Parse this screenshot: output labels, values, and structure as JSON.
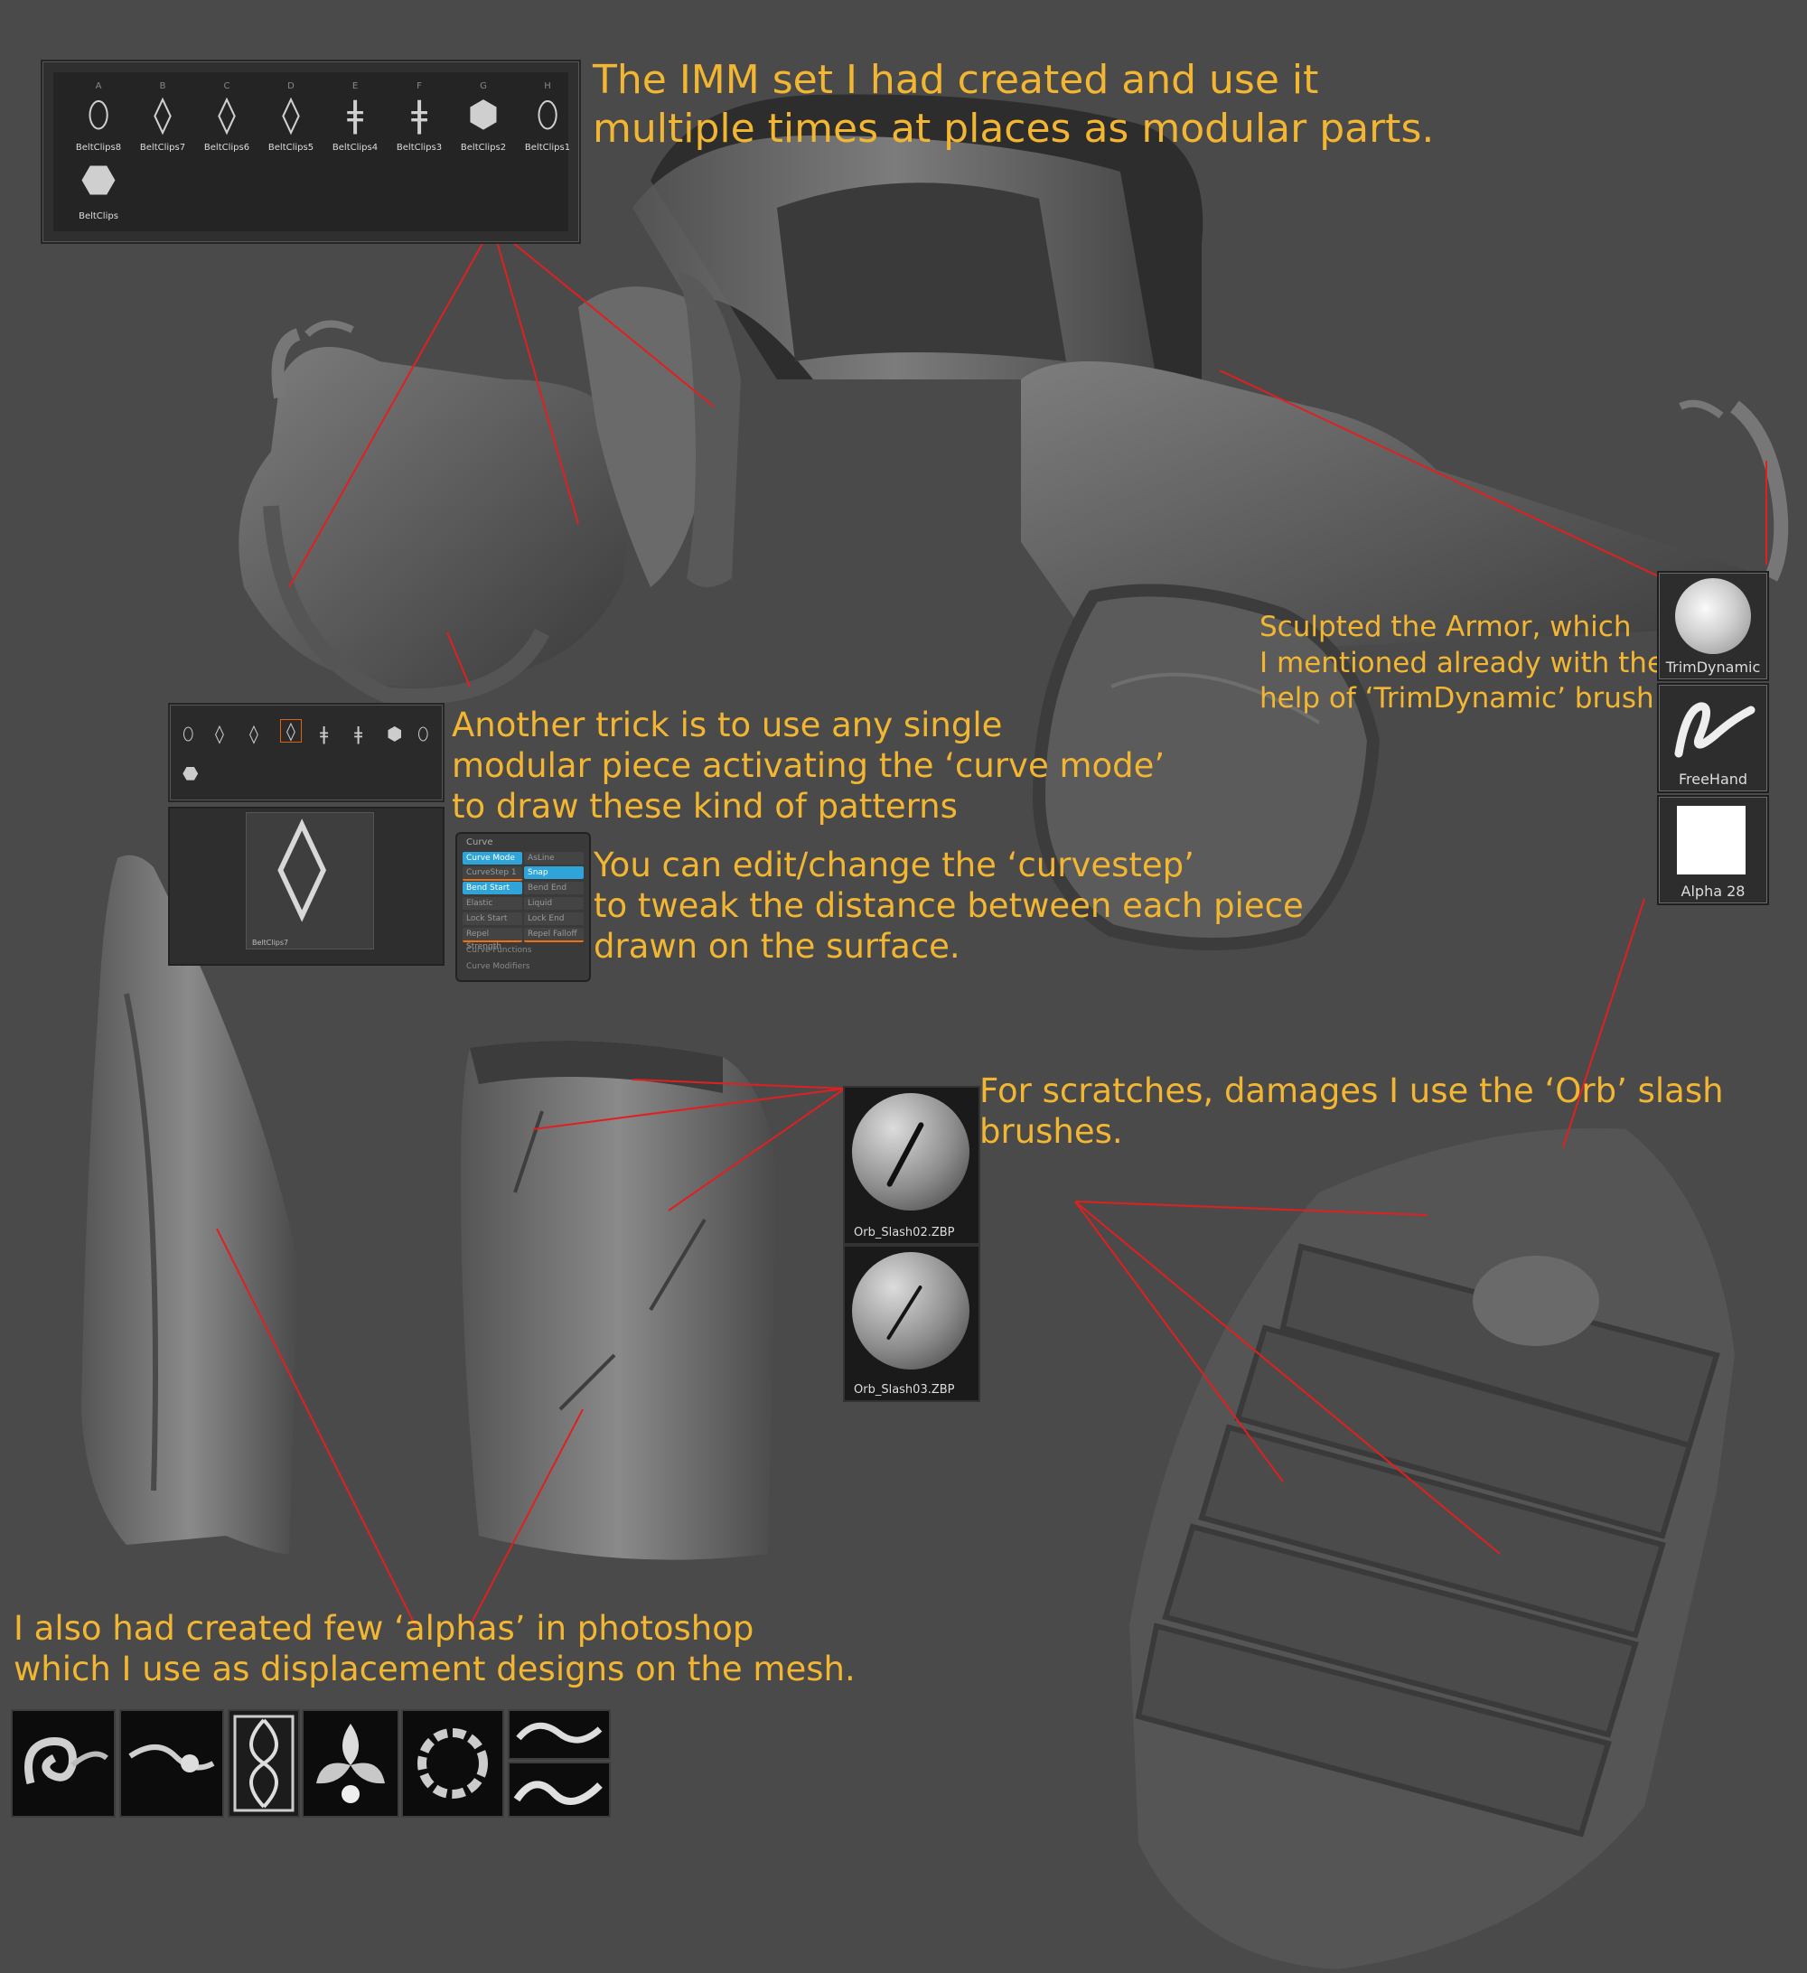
{
  "annotations": {
    "imm": [
      "The IMM set I had created and use it",
      "multiple times at places as modular parts."
    ],
    "armor": [
      "Sculpted the Armor, which",
      "I mentioned already with the",
      "help of ‘TrimDynamic’ brush"
    ],
    "curve_trick": [
      "Another trick is to use any single",
      "modular piece activating the ‘curve mode’",
      "to draw these kind of patterns"
    ],
    "curvestep": [
      "You can edit/change the ‘curvestep’",
      "to tweak the distance between each piece",
      "drawn on the surface."
    ],
    "scratches": [
      "For scratches, damages I use the ‘Orb’ slash",
      "brushes."
    ],
    "alphas": [
      "I also had created few ‘alphas’ in photoshop",
      "which I use as displacement designs on the mesh."
    ]
  },
  "imm_palette": {
    "letters": [
      "A",
      "B",
      "C",
      "D",
      "E",
      "F",
      "G",
      "H"
    ],
    "items": [
      "BeltClips8",
      "BeltClips7",
      "BeltClips6",
      "BeltClips5",
      "BeltClips4",
      "BeltClips3",
      "BeltClips2",
      "BeltClips1",
      "BeltClips"
    ]
  },
  "small_palette": {
    "selected_label": "BeltClips7"
  },
  "curve_panel": {
    "title": "Curve",
    "buttons": [
      "Curve Mode",
      "AsLine",
      "CurveStep 1",
      "Snap",
      "Bend Start",
      "Bend End",
      "Elastic",
      "Liquid",
      "Lock Start",
      "Lock End",
      "Repel Strength",
      "Repel Falloff"
    ],
    "sections": [
      "Curve Functions",
      "Curve Modifiers"
    ]
  },
  "brushes": [
    {
      "label": "TrimDynamic",
      "icon": "sphere-brush-icon"
    },
    {
      "label": "FreeHand",
      "icon": "stroke-icon"
    },
    {
      "label": "Alpha 28",
      "icon": "white-square-alpha-icon"
    }
  ],
  "orb_brushes": [
    "Orb_Slash02.ZBP",
    "Orb_Slash03.ZBP"
  ],
  "colors": {
    "background": "#4a4a4a",
    "annotation": "#f2b632",
    "callout_line": "#e02020",
    "active_button": "#2ea4d8"
  }
}
